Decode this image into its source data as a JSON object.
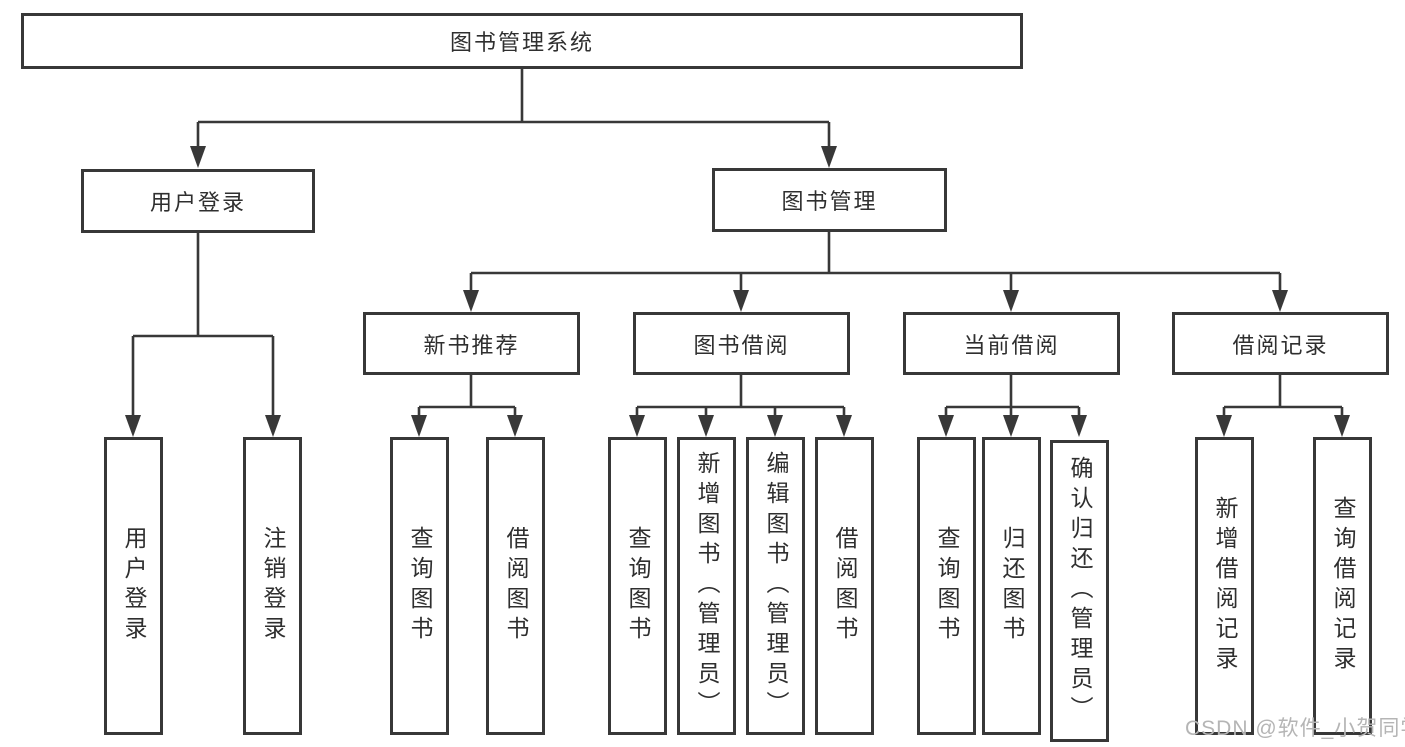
{
  "diagram": {
    "root": {
      "label": "图书管理系统"
    },
    "user_login": {
      "label": "用户登录",
      "children": {
        "login": {
          "label": "用户登录"
        },
        "logout": {
          "label": "注销登录"
        }
      }
    },
    "book_mgmt": {
      "label": "图书管理",
      "children": {
        "new_book_rec": {
          "label": "新书推荐",
          "children": {
            "query_books": {
              "label": "查询图书"
            },
            "borrow_books": {
              "label": "借阅图书"
            }
          }
        },
        "book_borrow": {
          "label": "图书借阅",
          "children": {
            "query_books": {
              "label": "查询图书"
            },
            "add_books": {
              "label": "新增图书（管理员）"
            },
            "edit_books": {
              "label": "编辑图书（管理员）"
            },
            "borrow_books": {
              "label": "借阅图书"
            }
          }
        },
        "current_borrow": {
          "label": "当前借阅",
          "children": {
            "query_books": {
              "label": "查询图书"
            },
            "return_books": {
              "label": "归还图书"
            },
            "confirm_return": {
              "label": "确认归还（管理员）"
            }
          }
        },
        "borrow_records": {
          "label": "借阅记录",
          "children": {
            "add_record": {
              "label": "新增借阅记录"
            },
            "query_record": {
              "label": "查询借阅记录"
            }
          }
        }
      }
    }
  },
  "watermark": {
    "text": "CSDN @软件_小贺同学"
  },
  "colors": {
    "line": "#383838",
    "text": "#2f2f2f",
    "watermark": "#b5b5b5",
    "background": "#ffffff",
    "box_background": "#ffffff"
  }
}
